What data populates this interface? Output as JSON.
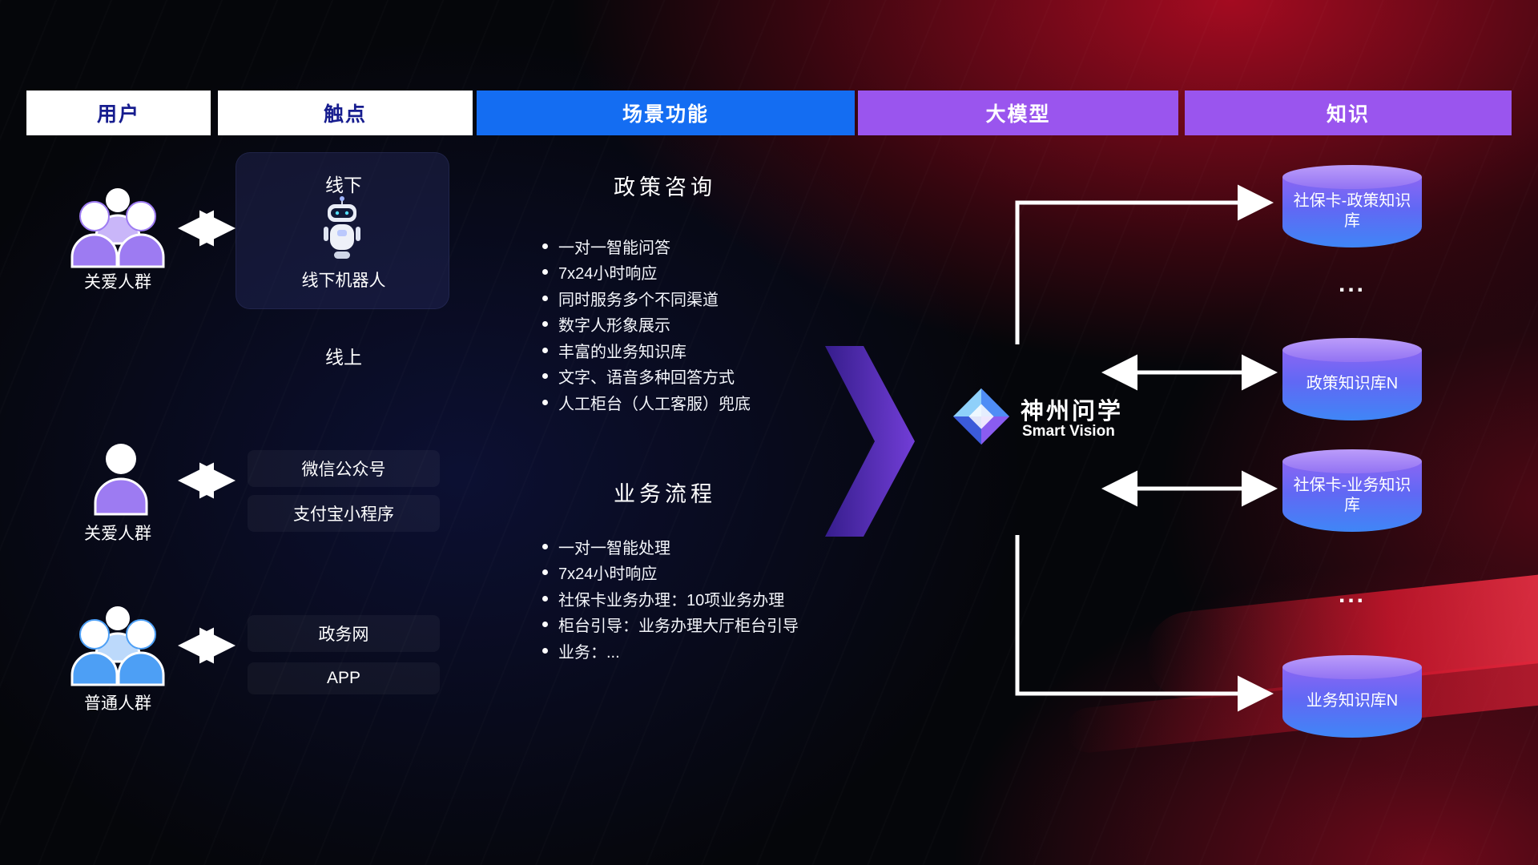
{
  "header": {
    "col_user": "用户",
    "col_touchpoint": "触点",
    "col_scene": "场景功能",
    "col_model": "大模型",
    "col_knowledge": "知识"
  },
  "users": [
    {
      "label": "关爱人群"
    },
    {
      "label": "关爱人群"
    },
    {
      "label": "普通人群"
    }
  ],
  "touchpoints": {
    "offline_title": "线下",
    "offline_robot": "线下机器人",
    "online_title": "线上",
    "items": [
      "微信公众号",
      "支付宝小程序",
      "政务网",
      "APP"
    ]
  },
  "scenes": [
    {
      "title": "政策咨询",
      "items": [
        "一对一智能问答",
        "7x24小时响应",
        "同时服务多个不同渠道",
        "数字人形象展示",
        "丰富的业务知识库",
        "文字、语音多种回答方式",
        "人工柜台（人工客服）兜底"
      ]
    },
    {
      "title": "业务流程",
      "items": [
        "一对一智能处理",
        "7x24小时响应",
        "社保卡业务办理：10项业务办理",
        "柜台引导：业务办理大厅柜台引导",
        "业务：..."
      ]
    }
  ],
  "model": {
    "name": "神州问学",
    "subtitle": "Smart Vision"
  },
  "knowledge": {
    "dbs": [
      "社保卡-政策知识库",
      "政策知识库N",
      "社保卡-业务知识库",
      "业务知识库N"
    ],
    "ellipsis1": "...",
    "ellipsis2": "..."
  },
  "colors": {
    "header_blue": "#146df2",
    "header_purple": "#9a55ee",
    "header_navy_text": "#171d8f",
    "user_purple": "#9d7bf2",
    "user_blue": "#4d9ff5",
    "cylinder_top": "#a98df8",
    "cylinder_bottom": "#3f86f6",
    "arrow_white": "#ffffff",
    "big_arrow_purple": "#6c3ce0"
  }
}
